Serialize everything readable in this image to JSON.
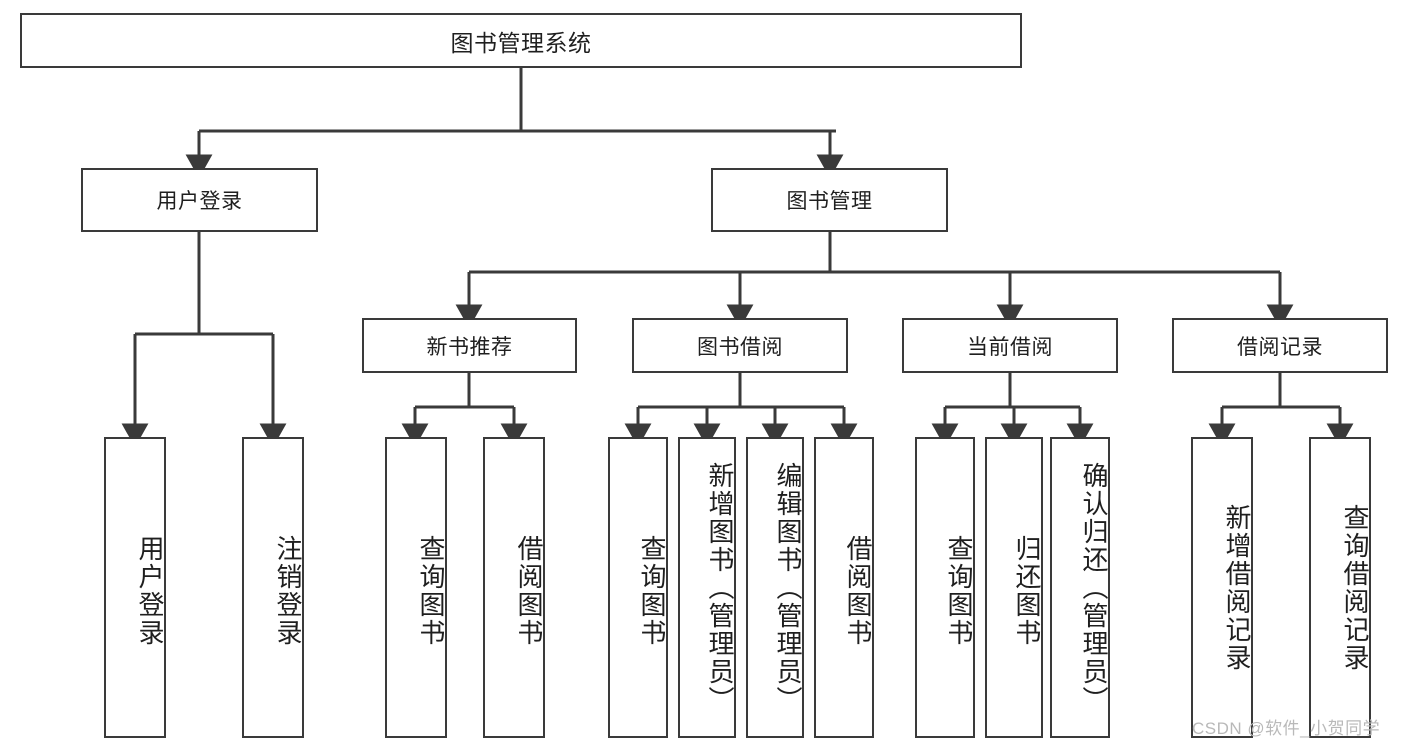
{
  "diagram": {
    "type": "hierarchy-tree",
    "title": "图书管理系统",
    "root": {
      "label": "图书管理系统"
    },
    "level2": [
      {
        "label": "用户登录"
      },
      {
        "label": "图书管理"
      }
    ],
    "level3": [
      {
        "label": "新书推荐",
        "parent": "图书管理"
      },
      {
        "label": "图书借阅",
        "parent": "图书管理"
      },
      {
        "label": "当前借阅",
        "parent": "图书管理"
      },
      {
        "label": "借阅记录",
        "parent": "图书管理"
      }
    ],
    "leaves": {
      "用户登录": [
        {
          "label": "用户登录"
        },
        {
          "label": "注销登录"
        }
      ],
      "新书推荐": [
        {
          "label": "查询图书"
        },
        {
          "label": "借阅图书"
        }
      ],
      "图书借阅": [
        {
          "label": "查询图书"
        },
        {
          "label": "新增图书（管理员）"
        },
        {
          "label": "编辑图书（管理员）"
        },
        {
          "label": "借阅图书"
        }
      ],
      "当前借阅": [
        {
          "label": "查询图书"
        },
        {
          "label": "归还图书"
        },
        {
          "label": "确认归还（管理员）"
        }
      ],
      "借阅记录": [
        {
          "label": "新增借阅记录"
        },
        {
          "label": "查询借阅记录"
        }
      ]
    }
  },
  "watermark": {
    "text": "CSDN @软件_小贺同学"
  },
  "colors": {
    "box_border": "#3a3a3a",
    "box_fill": "#ffffff",
    "text": "#1f1f1f",
    "watermark": "#b9b9b9",
    "background": "#ffffff"
  }
}
